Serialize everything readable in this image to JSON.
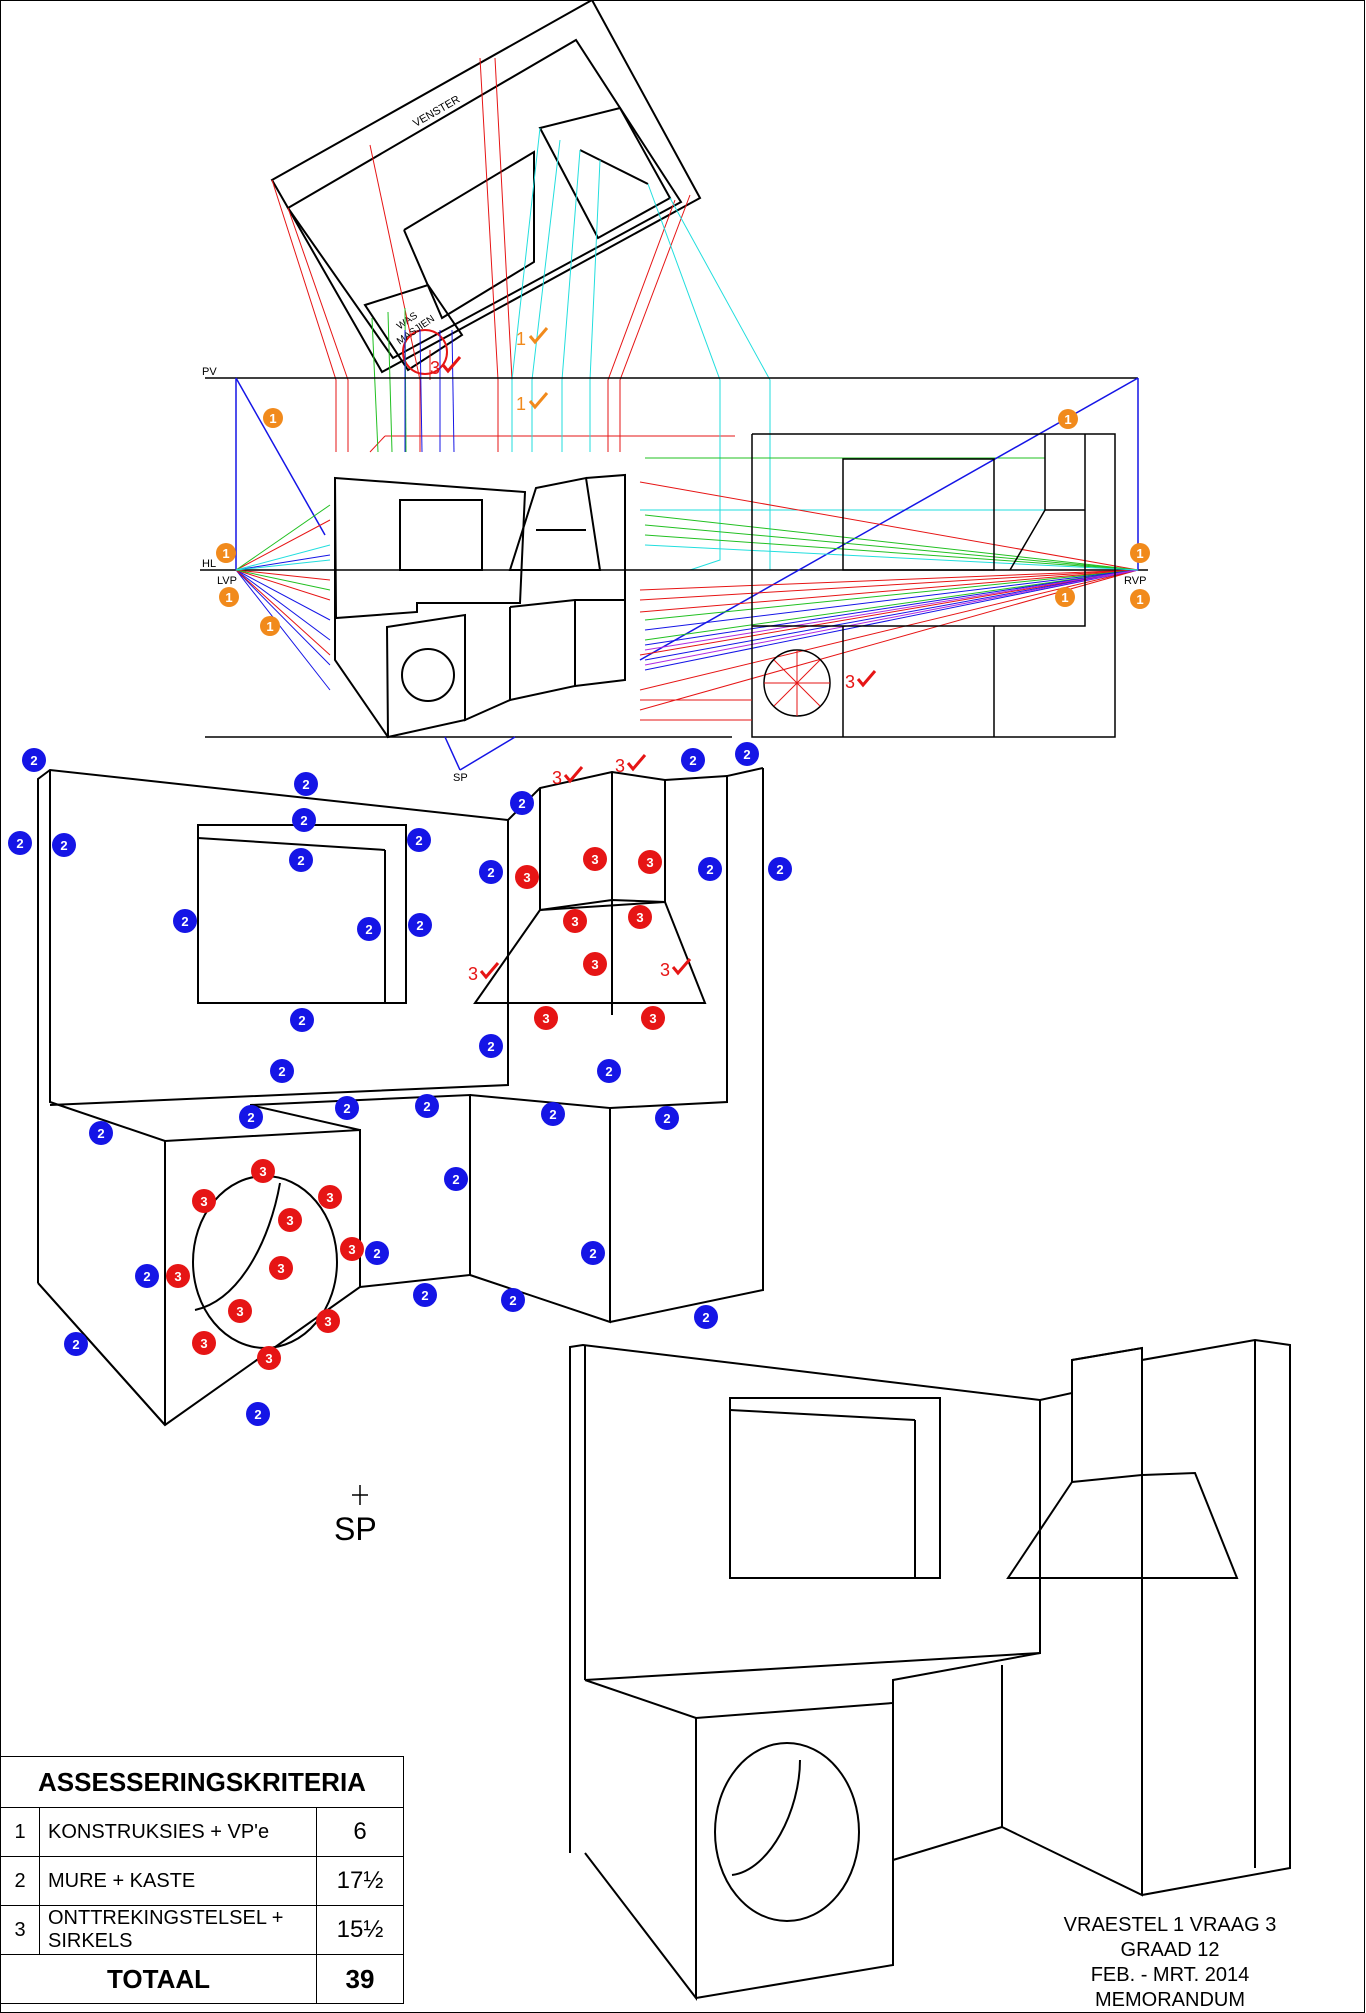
{
  "colors": {
    "blue_marker": "#1515e6",
    "red_marker": "#e61515",
    "orange_marker": "#f18a1c",
    "cyan_line": "#22dede",
    "green_line": "#22c022"
  },
  "icons": {
    "marker": "numbered-circle-icon",
    "tick": "check-mark-icon",
    "station_point": "crosshair-icon"
  },
  "plan_labels": {
    "window": "VENSTER",
    "machine_line1": "WAS",
    "machine_line2": "MASJIEN"
  },
  "construction_labels": {
    "pv": "PV",
    "hl": "HL",
    "lvp": "LVP",
    "rvp": "RVP",
    "sp_small": "SP"
  },
  "sp_large": "SP",
  "marks": {
    "one": "1",
    "two": "2",
    "three": "3"
  },
  "criteria": {
    "title": "ASSESSERINGSKRITERIA",
    "rows": [
      {
        "num": "1",
        "label": "KONSTRUKSIES + VP'e",
        "mark": "6"
      },
      {
        "num": "2",
        "label": "MURE + KASTE",
        "mark": "17½"
      },
      {
        "num": "3",
        "label": "ONTTREKINGSTELSEL + SIRKELS",
        "mark": "15½"
      }
    ],
    "total_label": "TOTAAL",
    "total_mark": "39"
  },
  "footer": [
    "VRAESTEL 1 VRAAG 3",
    "GRAAD 12",
    "FEB. - MRT. 2014",
    "MEMORANDUM"
  ]
}
